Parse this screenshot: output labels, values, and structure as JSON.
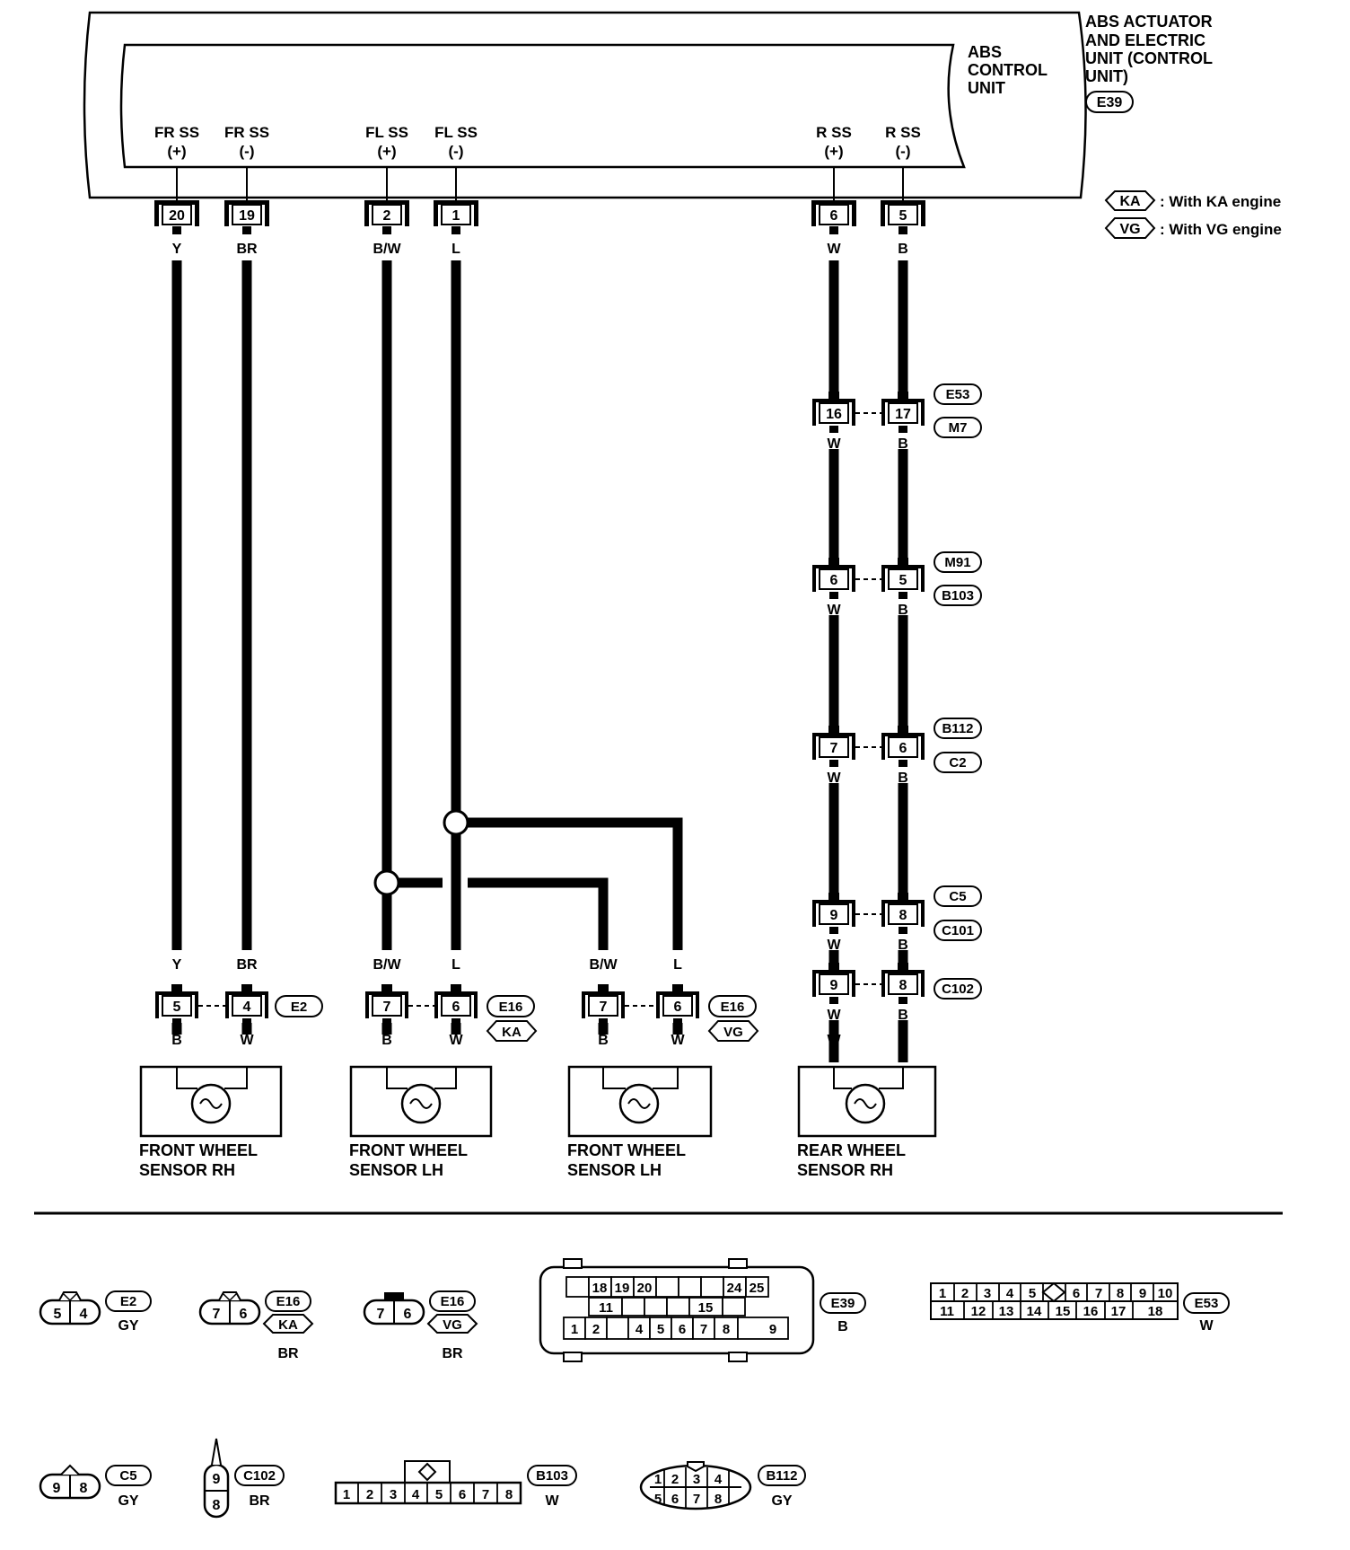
{
  "unit": {
    "outer_label": [
      "ABS ACTUATOR",
      "AND ELECTRIC",
      "UNIT (CONTROL",
      "UNIT)"
    ],
    "outer_conn": "E39",
    "inner_label": [
      "ABS",
      "CONTROL",
      "UNIT"
    ]
  },
  "legend": [
    {
      "tag": "KA",
      "text": ": With KA engine"
    },
    {
      "tag": "VG",
      "text": ": With VG engine"
    }
  ],
  "terminals": [
    {
      "sig1": "FR SS",
      "sig2": "(+)",
      "pin": "20",
      "wire": "Y"
    },
    {
      "sig1": "FR SS",
      "sig2": "(-)",
      "pin": "19",
      "wire": "BR"
    },
    {
      "sig1": "FL SS",
      "sig2": "(+)",
      "pin": "2",
      "wire": "B/W"
    },
    {
      "sig1": "FL SS",
      "sig2": "(-)",
      "pin": "1",
      "wire": "L"
    },
    {
      "sig1": "R SS",
      "sig2": "(+)",
      "pin": "6",
      "wire": "W"
    },
    {
      "sig1": "R SS",
      "sig2": "(-)",
      "pin": "5",
      "wire": "B"
    }
  ],
  "rear_chain": [
    {
      "pin_a": "16",
      "wire_a": "W",
      "pin_b": "17",
      "wire_b": "B",
      "tags": [
        "E53",
        "M7"
      ]
    },
    {
      "pin_a": "6",
      "wire_a": "W",
      "pin_b": "5",
      "wire_b": "B",
      "tags": [
        "M91",
        "B103"
      ]
    },
    {
      "pin_a": "7",
      "wire_a": "W",
      "pin_b": "6",
      "wire_b": "B",
      "tags": [
        "B112",
        "C2"
      ]
    },
    {
      "pin_a": "9",
      "wire_a": "W",
      "pin_b": "8",
      "wire_b": "B",
      "tags": [
        "C5",
        "C101"
      ]
    },
    {
      "pin_a": "9",
      "wire_a": "W",
      "pin_b": "8",
      "wire_b": "B",
      "tags": [
        "C102"
      ]
    }
  ],
  "sensor_connectors": [
    {
      "top_a": "Y",
      "top_b": "BR",
      "pin_a": "5",
      "pin_b": "4",
      "tag": "E2",
      "hex": "",
      "bot_a": "B",
      "bot_b": "W"
    },
    {
      "top_a": "B/W",
      "top_b": "L",
      "pin_a": "7",
      "pin_b": "6",
      "tag": "E16",
      "hex": "KA",
      "bot_a": "B",
      "bot_b": "W"
    },
    {
      "top_a": "B/W",
      "top_b": "L",
      "pin_a": "7",
      "pin_b": "6",
      "tag": "E16",
      "hex": "VG",
      "bot_a": "B",
      "bot_b": "W"
    },
    {
      "top_a": "",
      "top_b": "",
      "pin_a": "",
      "pin_b": "",
      "tag": "",
      "hex": "",
      "bot_a": "W",
      "bot_b": "B"
    }
  ],
  "sensors": [
    {
      "line1": "FRONT WHEEL",
      "line2": "SENSOR RH"
    },
    {
      "line1": "FRONT WHEEL",
      "line2": "SENSOR LH"
    },
    {
      "line1": "FRONT WHEEL",
      "line2": "SENSOR LH"
    },
    {
      "line1": "REAR WHEEL",
      "line2": "SENSOR RH"
    }
  ],
  "connector_faces": {
    "e2": {
      "pins": [
        "5",
        "4"
      ],
      "tag": "E2",
      "color": "GY"
    },
    "e16ka": {
      "pins": [
        "7",
        "6"
      ],
      "tag": "E16",
      "hex": "KA",
      "color": "BR"
    },
    "e16vg": {
      "pins": [
        "7",
        "6"
      ],
      "tag": "E16",
      "hex": "VG",
      "color": "BR"
    },
    "e39": {
      "row1": [
        "",
        "18",
        "19",
        "20",
        "",
        "",
        "24",
        "25"
      ],
      "row2": [
        "11",
        "",
        "",
        "15",
        ""
      ],
      "row3": [
        "1",
        "2",
        "",
        "4",
        "5",
        "6",
        "7",
        "8",
        "9"
      ],
      "tag": "E39",
      "color": "B"
    },
    "e53": {
      "row1": [
        "1",
        "2",
        "3",
        "4",
        "5",
        "6",
        "7",
        "8",
        "9",
        "10"
      ],
      "row2": [
        "11",
        "12",
        "13",
        "14",
        "15",
        "16",
        "17",
        "18"
      ],
      "tag": "E53",
      "color": "W"
    },
    "c5": {
      "pins": [
        "9",
        "8"
      ],
      "tag": "C5",
      "color": "GY"
    },
    "c102": {
      "pins": [
        "9",
        "8"
      ],
      "tag": "C102",
      "color": "BR"
    },
    "b103": {
      "pins": [
        "1",
        "2",
        "3",
        "4",
        "5",
        "6",
        "7",
        "8"
      ],
      "tag": "B103",
      "color": "W"
    },
    "b112": {
      "row1": [
        "1",
        "2",
        "3",
        "4"
      ],
      "row2": [
        "5",
        "6",
        "7",
        "8"
      ],
      "tag": "B112",
      "color": "GY"
    }
  }
}
